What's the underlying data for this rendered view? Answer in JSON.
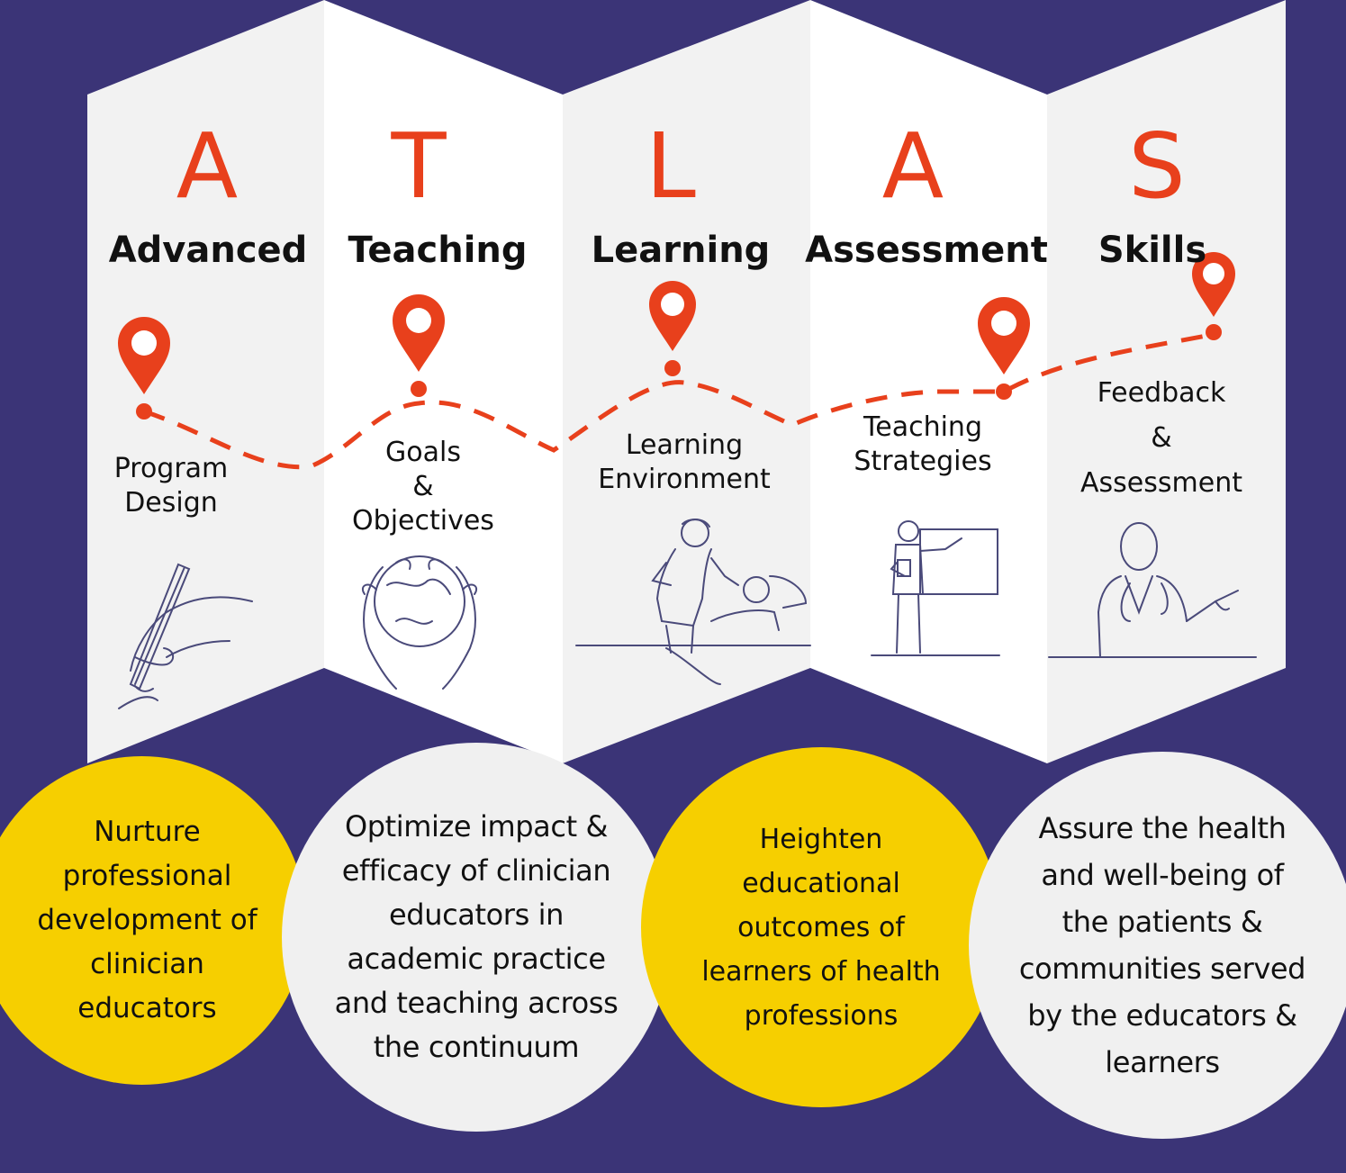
{
  "colors": {
    "background": "#3b3477",
    "panel_light": "#f2f2f2",
    "panel_white": "#ffffff",
    "accent": "#e8401c",
    "yellow": "#f6cf00",
    "gray_circle": "#f0f0f0",
    "line_art": "#4a4a7a"
  },
  "acronym": [
    {
      "letter": "A",
      "word": "Advanced"
    },
    {
      "letter": "T",
      "word": "Teaching"
    },
    {
      "letter": "L",
      "word": "Learning"
    },
    {
      "letter": "A",
      "word": "Assessment"
    },
    {
      "letter": "S",
      "word": "Skills"
    }
  ],
  "stops": [
    {
      "label": "Program\nDesign",
      "icon": "hand-writing-icon"
    },
    {
      "label": "Goals\n&\nObjectives",
      "icon": "hands-globe-icon"
    },
    {
      "label": "Learning\nEnvironment",
      "icon": "nurse-patient-icon"
    },
    {
      "label": "Teaching\nStrategies",
      "icon": "teacher-board-icon"
    },
    {
      "label": "Feedback\n&\nAssessment",
      "icon": "doctor-icon"
    }
  ],
  "goals": [
    {
      "text": "Nurture\nprofessional\ndevelopment of\nclinician\neducators",
      "color": "yellow"
    },
    {
      "text": "Optimize impact &\nefficacy of clinician\neducators in\nacademic practice\nand teaching across\nthe continuum",
      "color": "gray"
    },
    {
      "text": "Heighten\neducational\noutcomes of\nlearners of health\nprofessions",
      "color": "yellow"
    },
    {
      "text": "Assure the health\nand well-being of\nthe patients &\ncommunities served\nby the educators &\nlearners",
      "color": "gray"
    }
  ]
}
